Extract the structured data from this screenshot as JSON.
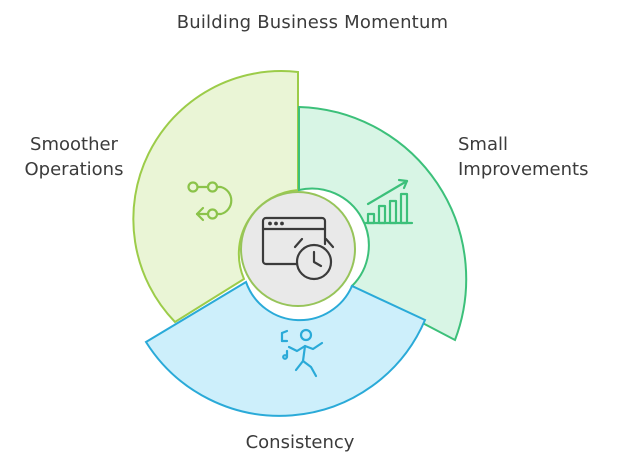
{
  "title": "Building Business Momentum",
  "segments": {
    "smoother": {
      "line1": "Smoother",
      "line2": "Operations",
      "icon": "workflow-icon",
      "fill": "#eaf5d6",
      "stroke": "#9ccc49"
    },
    "small": {
      "line1": "Small",
      "line2": "Improvements",
      "icon": "growth-chart-icon",
      "fill": "#d8f5e5",
      "stroke": "#3cc07a"
    },
    "consistency": {
      "label": "Consistency",
      "icon": "dancing-person-icon",
      "fill": "#cdeffb",
      "stroke": "#2aaad8"
    }
  },
  "center": {
    "icon": "browser-alarm-clock-icon",
    "fill": "#e9e9e9",
    "stroke": "#97c45a"
  }
}
